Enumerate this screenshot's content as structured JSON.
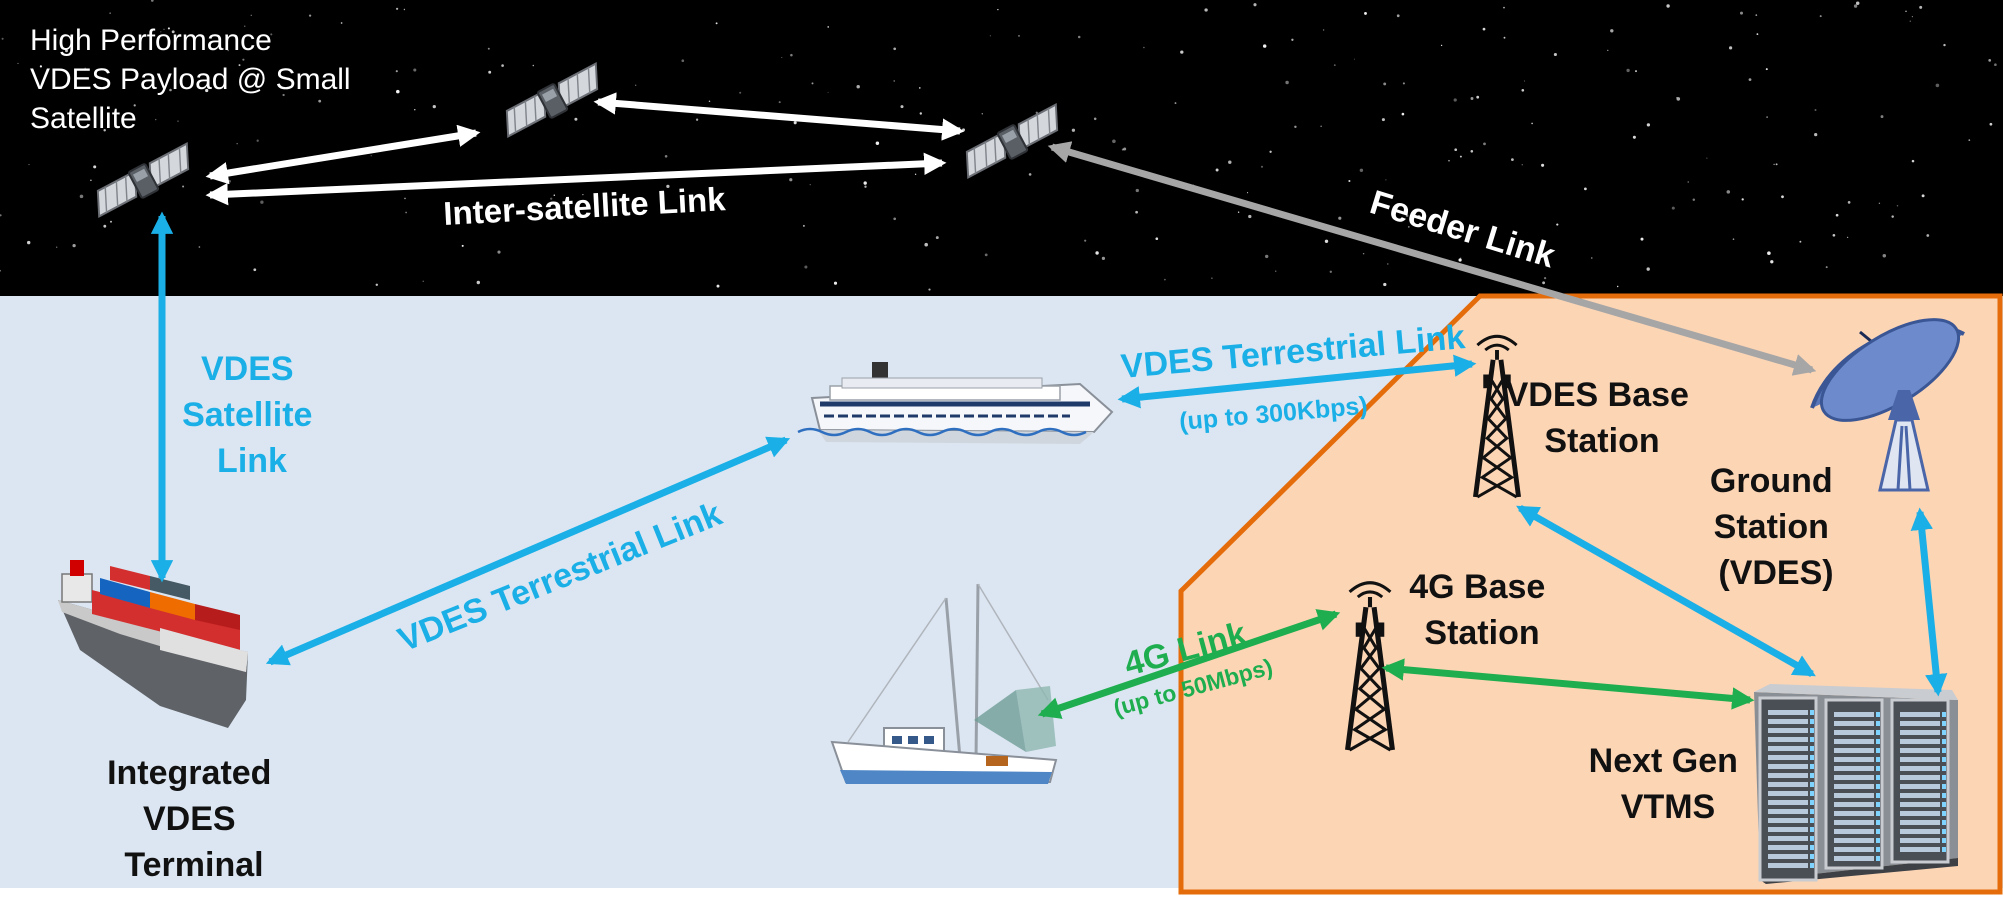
{
  "colors": {
    "space": "#000000",
    "sea": "#dce6f2",
    "shore_fill": "#fcd5b5",
    "shore_border": "#e46c0a",
    "vdes_link": "#1aafe6",
    "cellular_link": "#1fae4f",
    "feeder_link": "#a6a6a6",
    "white": "#ffffff",
    "dark_text": "#111111",
    "dish": "#5876b8"
  },
  "labels": {
    "payload": [
      "High Performance",
      "VDES Payload @ Small",
      "Satellite"
    ],
    "inter_satellite_link": "Inter-satellite Link",
    "feeder_link": "Feeder Link",
    "vdes_satellite_link": [
      "VDES",
      "Satellite",
      "Link"
    ],
    "vdes_terrestrial_link_ship": "VDES Terrestrial Link",
    "vdes_terrestrial_link_base": "VDES Terrestrial Link",
    "vdes_terrestrial_rate": "(up to 300Kbps)",
    "cellular_link": "4G Link",
    "cellular_rate": "(up to 50Mbps)",
    "vdes_base_station": [
      "VDES Base",
      "Station"
    ],
    "ground_station": [
      "Ground",
      "Station",
      "(VDES)"
    ],
    "cellular_base_station": [
      "4G Base",
      "Station"
    ],
    "vtms": [
      "Next Gen",
      "VTMS"
    ],
    "terminal": [
      "Integrated",
      "VDES",
      "Terminal"
    ]
  },
  "icons": {
    "satellites": [
      "satellite-icon",
      "satellite-icon",
      "satellite-icon"
    ],
    "cargo_ship": "container-ship-icon",
    "cruise_ship": "cruise-ship-icon",
    "fishing_boat": "fishing-boat-icon",
    "towers": [
      "radio-tower-icon",
      "radio-tower-icon"
    ],
    "dish": "satellite-dish-icon",
    "servers": "server-rack-icon"
  }
}
